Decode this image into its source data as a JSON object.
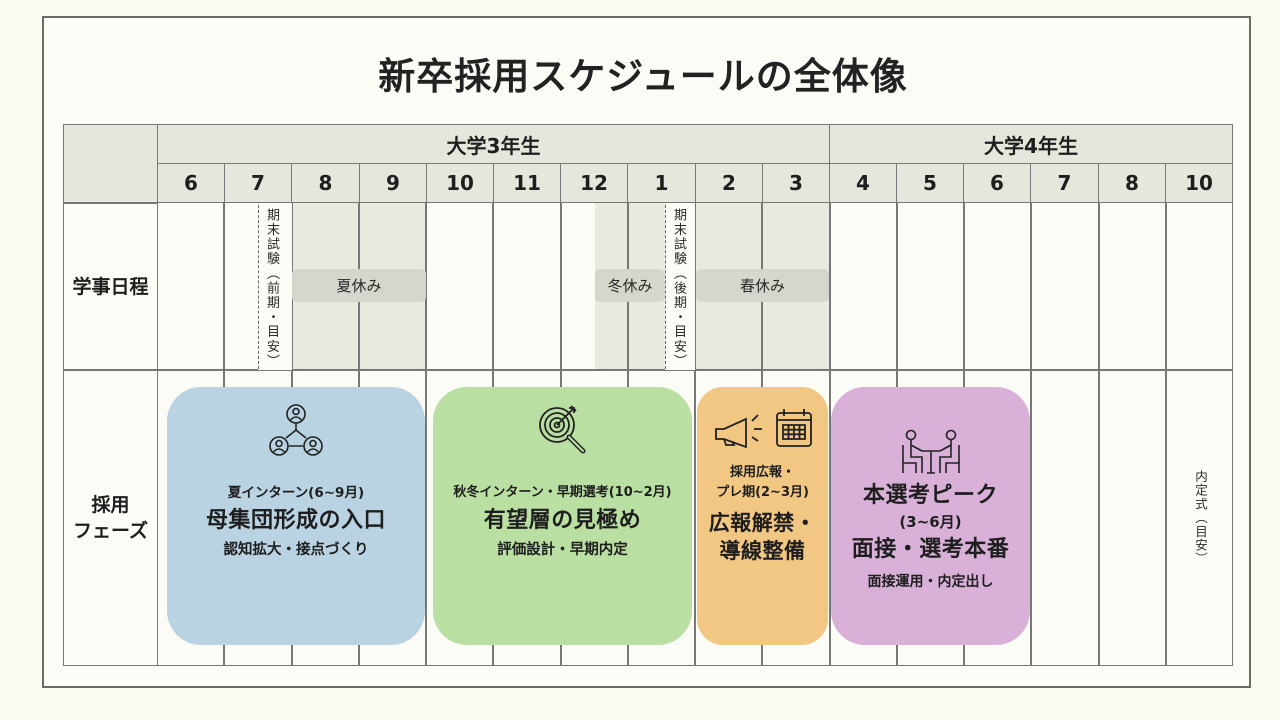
{
  "title": "新卒採用スケジュールの全体像",
  "table": {
    "years": [
      {
        "label": "大学3年生",
        "months": 10
      },
      {
        "label": "大学4年生",
        "months": 6
      }
    ],
    "months": [
      "6",
      "7",
      "8",
      "9",
      "10",
      "11",
      "12",
      "1",
      "2",
      "3",
      "4",
      "5",
      "6",
      "7",
      "8",
      "10"
    ],
    "row_labels": {
      "academic": "学事日程",
      "recruit_line1": "採用",
      "recruit_line2": "フェーズ"
    }
  },
  "academic": {
    "exam_first": "期末試験（前期・目安）",
    "summer_break": "夏休み",
    "winter_break": "冬休み",
    "exam_second": "期末試験（後期・目安）",
    "spring_break": "春休み"
  },
  "phases": [
    {
      "icon": "network-people-icon",
      "sub": "夏インターン(6~9月)",
      "main": "母集団形成の入口",
      "note": "認知拡大・接点づくり",
      "color": "#b9d3e2"
    },
    {
      "icon": "target-search-icon",
      "sub": "秋冬インターン・早期選考(10~2月)",
      "main": "有望層の見極め",
      "note": "評価設計・早期内定",
      "color": "#badfa2"
    },
    {
      "icon": "megaphone-calendar-icon",
      "sub_line1": "採用広報・",
      "sub_line2": "プレ期(2~3月)",
      "main_line1": "広報解禁・",
      "main_line2": "導線整備",
      "color": "#f1c783"
    },
    {
      "icon": "interview-icon",
      "main_line1": "本選考ピーク",
      "sub": "(3~6月)",
      "main_line2": "面接・選考本番",
      "note": "面接運用・内定出し",
      "color": "#d8b0d8"
    }
  ],
  "ceremony": "内定式（目安）",
  "colors": {
    "background": "#fbfbf4",
    "header_fill": "#e6e6dc",
    "holiday_shade": "#e9e9df",
    "holiday_band": "#d6d6cc",
    "grid_line": "#777777"
  }
}
